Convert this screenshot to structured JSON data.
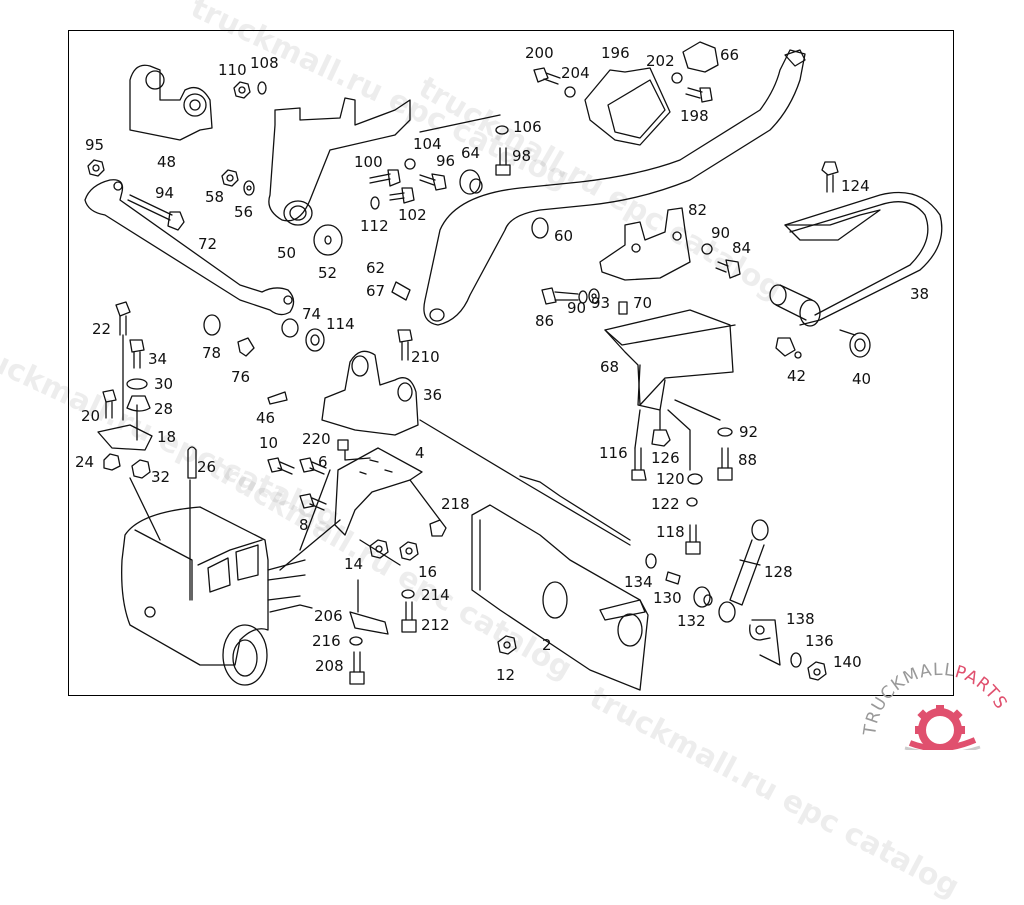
{
  "diagram": {
    "title": "",
    "type": "exploded parts diagram - front axle / steering mount",
    "callouts": [
      {
        "id": "c110",
        "text": "110"
      },
      {
        "id": "c108",
        "text": "108"
      },
      {
        "id": "c48",
        "text": "48"
      },
      {
        "id": "c95",
        "text": "95"
      },
      {
        "id": "c94",
        "text": "94"
      },
      {
        "id": "c58",
        "text": "58"
      },
      {
        "id": "c56",
        "text": "56"
      },
      {
        "id": "c72",
        "text": "72"
      },
      {
        "id": "c50",
        "text": "50"
      },
      {
        "id": "c52",
        "text": "52"
      },
      {
        "id": "c100",
        "text": "100"
      },
      {
        "id": "c112",
        "text": "112"
      },
      {
        "id": "c102",
        "text": "102"
      },
      {
        "id": "c104",
        "text": "104"
      },
      {
        "id": "c96",
        "text": "96"
      },
      {
        "id": "c64",
        "text": "64"
      },
      {
        "id": "c106",
        "text": "106"
      },
      {
        "id": "c98",
        "text": "98"
      },
      {
        "id": "c200",
        "text": "200"
      },
      {
        "id": "c204",
        "text": "204"
      },
      {
        "id": "c196",
        "text": "196"
      },
      {
        "id": "c202",
        "text": "202"
      },
      {
        "id": "c66",
        "text": "66"
      },
      {
        "id": "c198",
        "text": "198"
      },
      {
        "id": "c60",
        "text": "60"
      },
      {
        "id": "c82",
        "text": "82"
      },
      {
        "id": "c90a",
        "text": "90"
      },
      {
        "id": "c84",
        "text": "84"
      },
      {
        "id": "c124",
        "text": "124"
      },
      {
        "id": "c38",
        "text": "38"
      },
      {
        "id": "c62",
        "text": "62"
      },
      {
        "id": "c67",
        "text": "67"
      },
      {
        "id": "c86",
        "text": "86"
      },
      {
        "id": "c90b",
        "text": "90"
      },
      {
        "id": "c93",
        "text": "93"
      },
      {
        "id": "c70",
        "text": "70"
      },
      {
        "id": "c68",
        "text": "68"
      },
      {
        "id": "c42",
        "text": "42"
      },
      {
        "id": "c40",
        "text": "40"
      },
      {
        "id": "c22",
        "text": "22"
      },
      {
        "id": "c34",
        "text": "34"
      },
      {
        "id": "c30",
        "text": "30"
      },
      {
        "id": "c20",
        "text": "20"
      },
      {
        "id": "c28",
        "text": "28"
      },
      {
        "id": "c18",
        "text": "18"
      },
      {
        "id": "c24",
        "text": "24"
      },
      {
        "id": "c32",
        "text": "32"
      },
      {
        "id": "c26",
        "text": "26"
      },
      {
        "id": "c78",
        "text": "78"
      },
      {
        "id": "c76",
        "text": "76"
      },
      {
        "id": "c74",
        "text": "74"
      },
      {
        "id": "c114",
        "text": "114"
      },
      {
        "id": "c210",
        "text": "210"
      },
      {
        "id": "c46",
        "text": "46"
      },
      {
        "id": "c36",
        "text": "36"
      },
      {
        "id": "c10",
        "text": "10"
      },
      {
        "id": "c220",
        "text": "220"
      },
      {
        "id": "c6",
        "text": "6"
      },
      {
        "id": "c4",
        "text": "4"
      },
      {
        "id": "c8",
        "text": "8"
      },
      {
        "id": "c218",
        "text": "218"
      },
      {
        "id": "c14",
        "text": "14"
      },
      {
        "id": "c16",
        "text": "16"
      },
      {
        "id": "c214",
        "text": "214"
      },
      {
        "id": "c212",
        "text": "212"
      },
      {
        "id": "c206",
        "text": "206"
      },
      {
        "id": "c216",
        "text": "216"
      },
      {
        "id": "c208",
        "text": "208"
      },
      {
        "id": "c12",
        "text": "12"
      },
      {
        "id": "c2",
        "text": "2"
      },
      {
        "id": "c116",
        "text": "116"
      },
      {
        "id": "c126",
        "text": "126"
      },
      {
        "id": "c92",
        "text": "92"
      },
      {
        "id": "c88",
        "text": "88"
      },
      {
        "id": "c120",
        "text": "120"
      },
      {
        "id": "c122",
        "text": "122"
      },
      {
        "id": "c118",
        "text": "118"
      },
      {
        "id": "c134",
        "text": "134"
      },
      {
        "id": "c130",
        "text": "130"
      },
      {
        "id": "c132",
        "text": "132"
      },
      {
        "id": "c128",
        "text": "128"
      },
      {
        "id": "c138",
        "text": "138"
      },
      {
        "id": "c136",
        "text": "136"
      },
      {
        "id": "c140",
        "text": "140"
      }
    ]
  },
  "watermarks": [
    "truckmall.ru epc catalog",
    "truckmall.ru epc catalog",
    "truckmall.ru epc catalog",
    "truckmall.ru epc catalog",
    "truckmall.ru epc catalog"
  ],
  "logo": {
    "text_top": "TRUCKMALL",
    "text_accent": "PARTS",
    "accent_color": "#e0506e",
    "gray_color": "#bbbbbb"
  }
}
